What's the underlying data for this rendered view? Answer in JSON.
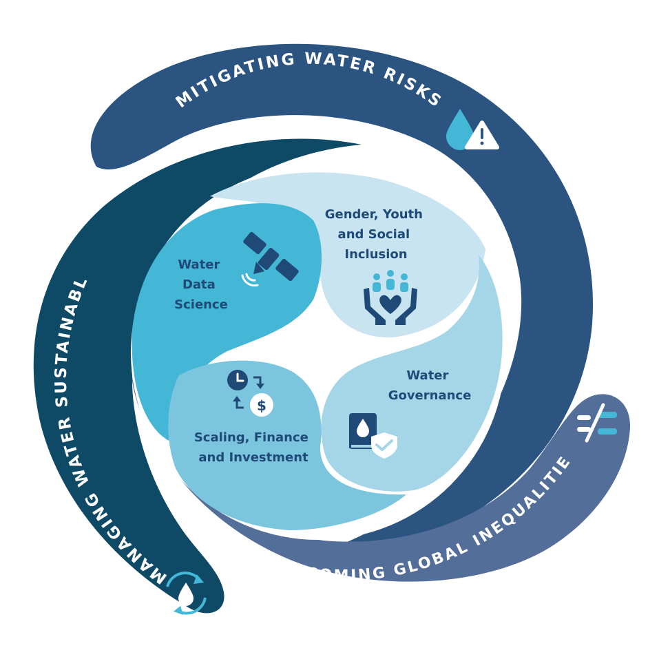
{
  "outer_themes": {
    "top": {
      "label": "MITIGATING WATER RISKS",
      "icon": "water-drop-warning-icon",
      "color": "#2c5481"
    },
    "left": {
      "label": "MANAGING WATER SUSTAINABLY",
      "icon": "water-drop-recycle-icon",
      "color": "#0e4a66"
    },
    "bottom": {
      "label": "OVERCOMING GLOBAL INEQUALITIES",
      "icon": "not-equal-icon",
      "color": "#536e98"
    }
  },
  "inner_themes": [
    {
      "id": "gender",
      "lines": [
        "Gender, Youth",
        "and Social",
        "Inclusion"
      ],
      "icon": "hands-people-icon",
      "color": "#c8e4f1"
    },
    {
      "id": "data",
      "lines": [
        "Water",
        "Data",
        "Science"
      ],
      "icon": "satellite-icon",
      "color": "#45b7d6"
    },
    {
      "id": "governance",
      "lines": [
        "Water",
        "Governance"
      ],
      "icon": "book-shield-icon",
      "color": "#a5d6e8"
    },
    {
      "id": "finance",
      "lines": [
        "Scaling, Finance",
        "and Investment"
      ],
      "icon": "clock-dollar-icon",
      "color": "#7bc5df"
    }
  ],
  "colors": {
    "label_text": "#1f4a78",
    "white": "#ffffff",
    "accent_cyan": "#45b7d6"
  }
}
